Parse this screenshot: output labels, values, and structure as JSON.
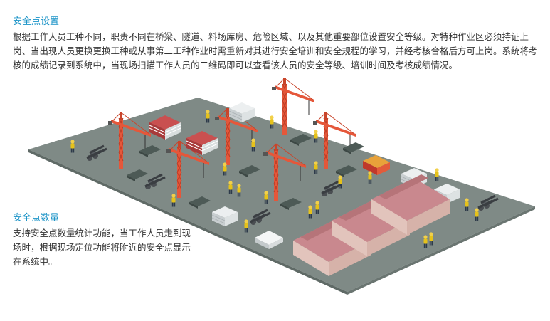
{
  "section_safety_points": {
    "title": "安全点设置",
    "text": "根据工作人员工种不同，职责不同在桥梁、隧道、料场库房、危险区域、以及其他重要部位设置安全等级。对特种作业区必须持证上岗、当出现人员更换更换工种或从事第二工种作业时需重新对其进行安全培训和安全规程的学习，并经考核合格后方可上岗。系统将考核的成绩记录到系统中，当现场扫描工作人员的二维码即可以查看该人员的安全等级、培训时间及考核成绩情况。"
  },
  "section_point_count": {
    "title": "安全点数量",
    "text": "支持安全点数量统计功能，当工作人员走到现场时，根据现场定位功能将附近的安全点显示在系统中。"
  },
  "colors": {
    "title_blue": "#1a93c7",
    "body_text": "#333333",
    "ground": "#7f8a86",
    "ground_edge": "#5f6a66",
    "crane": "#e5573a",
    "worker": "#e6c21a",
    "roof": "#c9888e",
    "wall": "#e2c4bc"
  },
  "illustration": {
    "icons": [
      "crane-icon",
      "worker-icon",
      "pipe-stack-icon",
      "material-pallet-icon",
      "warehouse-icon",
      "slab-icon"
    ]
  }
}
